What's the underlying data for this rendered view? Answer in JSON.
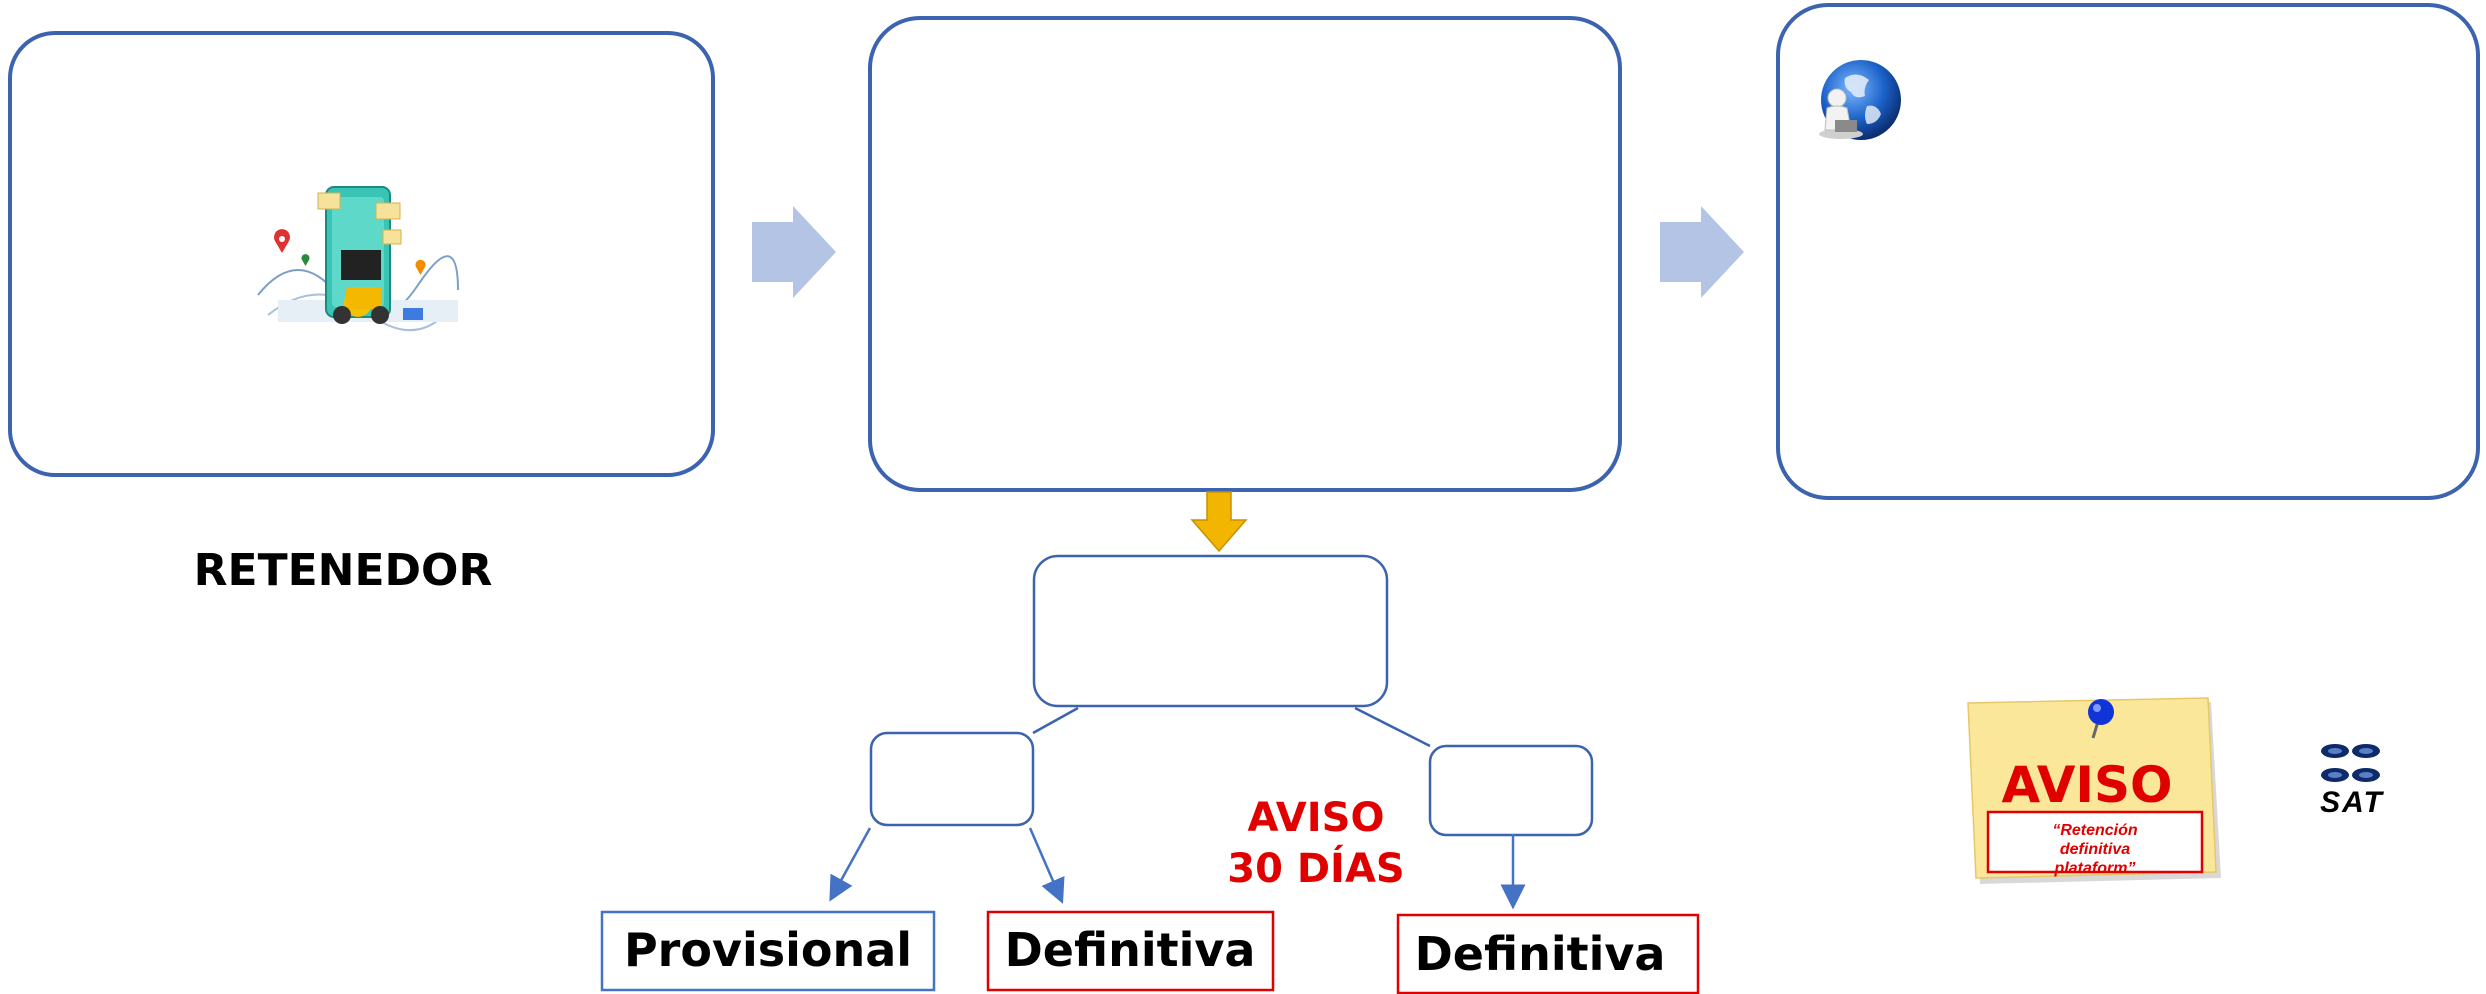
{
  "labels": {
    "retenedor": "RETENEDOR",
    "aviso_30": [
      "AVISO",
      "30 DÍAS"
    ],
    "provisional": "Provisional",
    "definitiva_left": "Definitiva",
    "definitiva_right": "Definitiva"
  },
  "note": {
    "title": "AVISO",
    "text": [
      "“Retención",
      "definitiva",
      "plataform”"
    ]
  },
  "logo": {
    "text": "SAT"
  },
  "colors": {
    "box_border": "#3c63b0",
    "arrow_fill": "#b4c4e4",
    "down_arrow": "#f2b600",
    "red": "#e00000",
    "black": "#000000",
    "note_bg": "#fbe79a"
  },
  "icons": [
    "delivery-app-illustration",
    "globe-person-icon",
    "pushpin-icon",
    "sat-logo"
  ]
}
